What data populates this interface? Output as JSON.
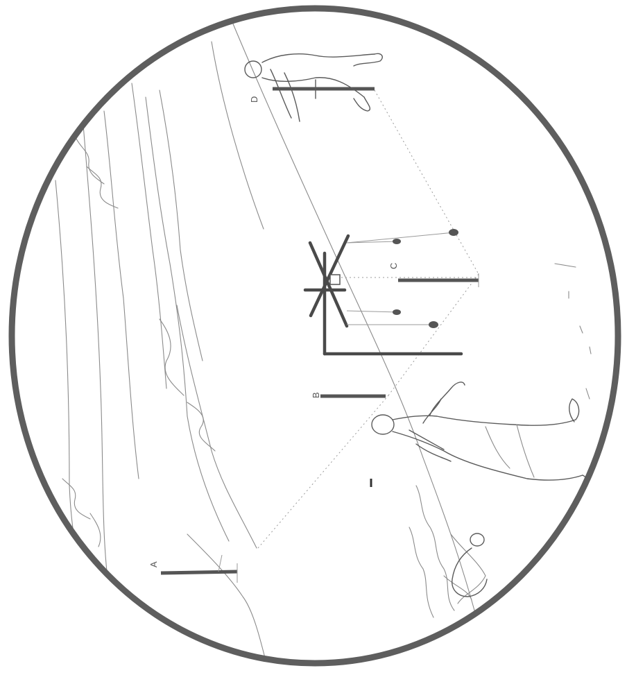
{
  "labels": {
    "a": "A",
    "b": "B",
    "c": "C",
    "d": "D"
  },
  "colors": {
    "frame": "#5e5e5e",
    "ink": "#555555",
    "sketch": "#8a8a8a",
    "background": "#ffffff"
  }
}
